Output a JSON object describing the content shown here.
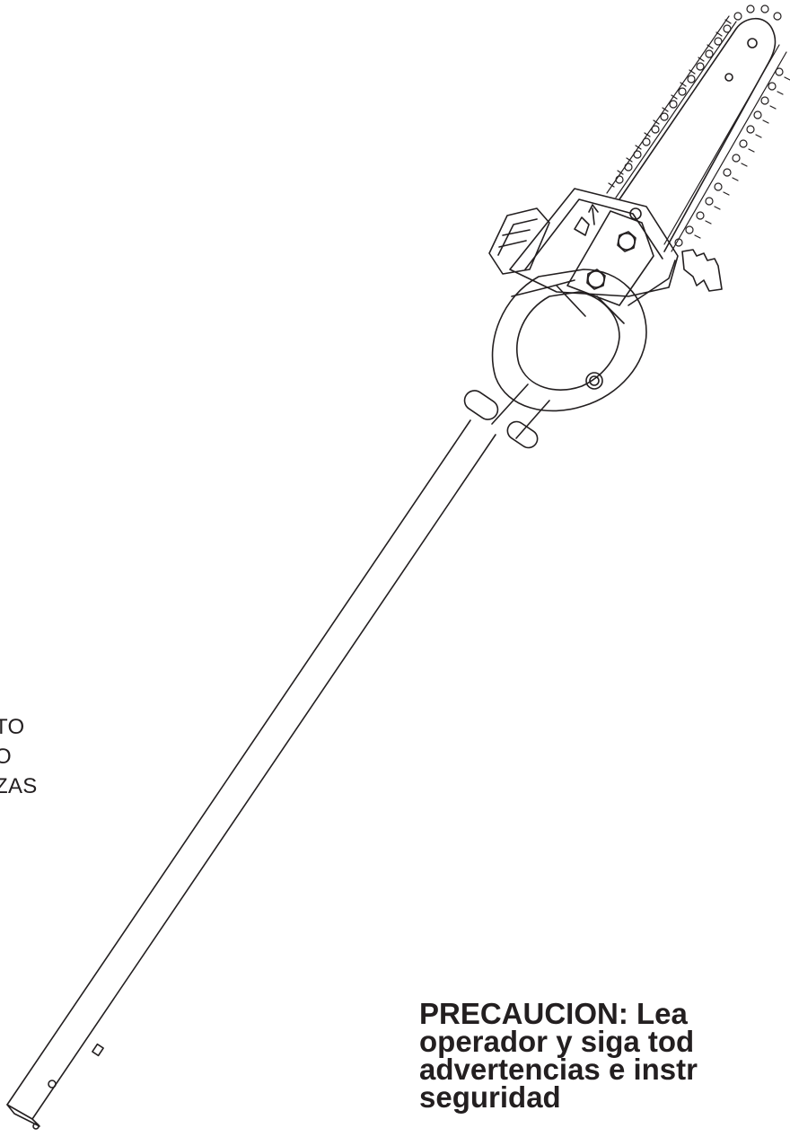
{
  "side_text": {
    "line1": "TO",
    "line2": "O",
    "line3": "ZAS"
  },
  "caution": {
    "line1": "PRECAUCION: Lea",
    "line2": "operador y siga tod",
    "line3": "advertencias e instr",
    "line4": "seguridad"
  },
  "colors": {
    "ink": "#231f20",
    "background": "#ffffff"
  }
}
